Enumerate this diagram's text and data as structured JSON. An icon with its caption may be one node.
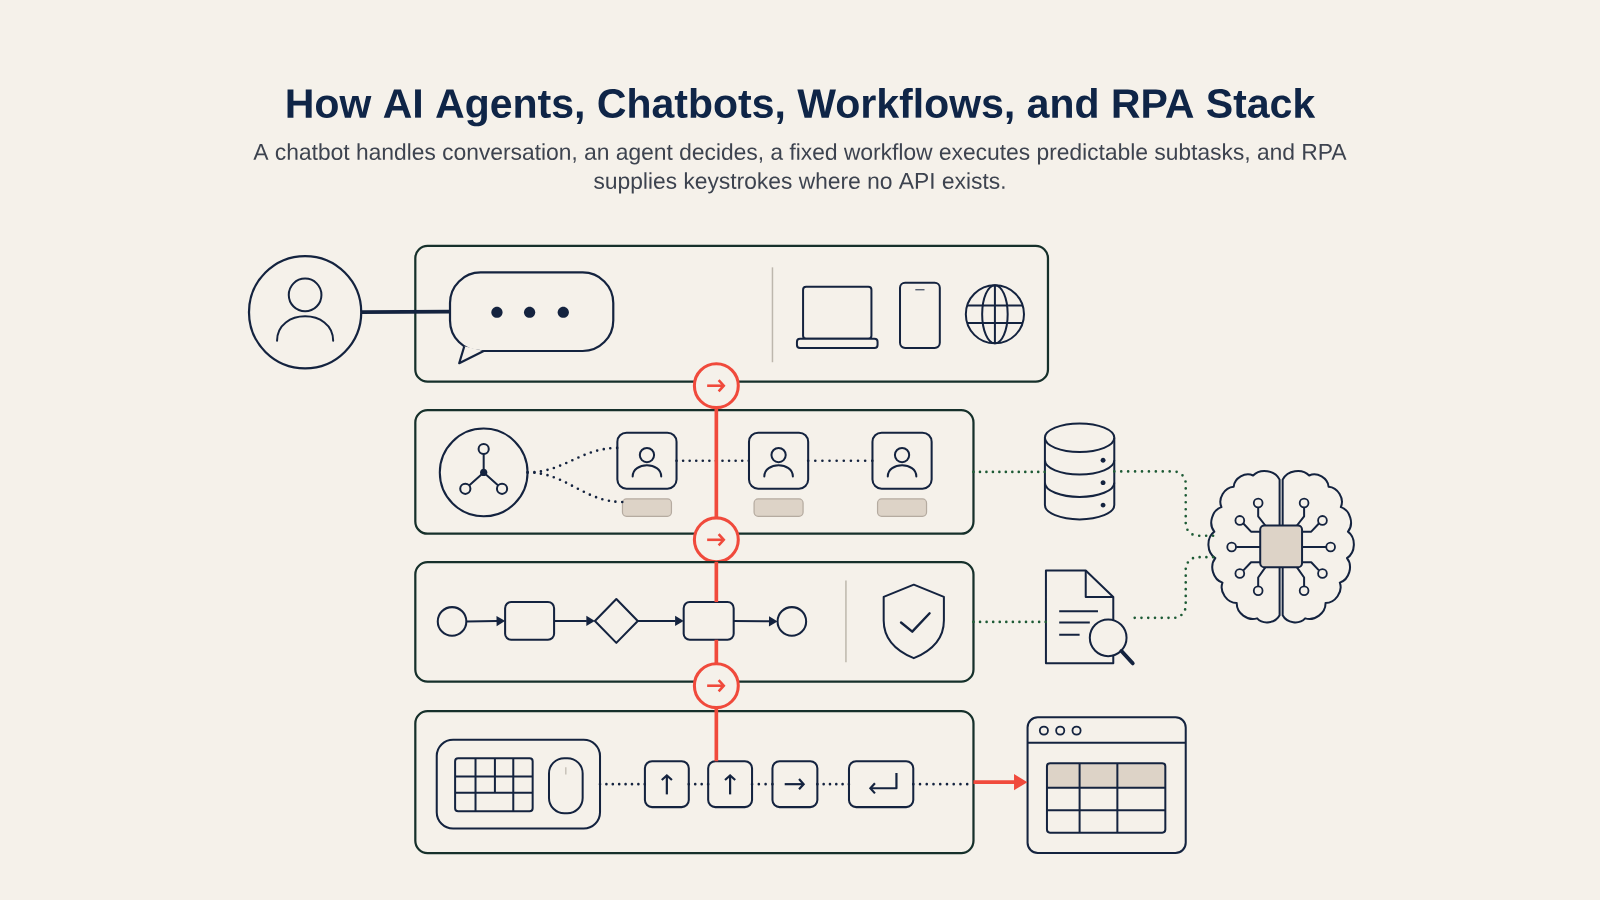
{
  "diagram": {
    "title": "How AI Agents, Chatbots, Workflows, and RPA Stack",
    "caption": "A chatbot handles conversation, an agent decides, a fixed workflow executes predictable subtasks, and RPA supplies keystrokes where no API exists.",
    "nodes": [
      {
        "text": [],
        "shape": "person"
      },
      {
        "text": [],
        "shape": "box"
      },
      {
        "text": [],
        "shape": "bubble",
        "in": 1
      },
      {
        "text": [],
        "shape": "circle"
      },
      {
        "text": [],
        "shape": "box"
      },
      {
        "text": [],
        "shape": "circle",
        "in": 4
      },
      {
        "text": [],
        "shape": "box",
        "in": 4
      },
      {
        "text": [],
        "shape": "bar",
        "in": 4
      },
      {
        "text": [],
        "shape": "box",
        "in": 4
      },
      {
        "text": [],
        "shape": "bar",
        "in": 4
      },
      {
        "text": [],
        "shape": "box",
        "in": 4
      },
      {
        "text": [],
        "shape": "bar",
        "in": 4
      },
      {
        "text": [],
        "shape": "cylinder"
      },
      {
        "text": [],
        "shape": "picture"
      },
      {
        "text": [],
        "shape": "circle"
      },
      {
        "text": [],
        "shape": "box"
      },
      {
        "text": [],
        "shape": "circle",
        "in": 15
      },
      {
        "text": [],
        "shape": "box",
        "in": 15
      },
      {
        "text": [],
        "shape": "diamond",
        "in": 15
      },
      {
        "text": [],
        "shape": "box",
        "in": 15
      },
      {
        "text": [],
        "shape": "circle",
        "in": 15
      },
      {
        "text": [],
        "shape": "picture"
      },
      {
        "text": [],
        "shape": "circle"
      },
      {
        "text": [],
        "shape": "box"
      },
      {
        "text": [],
        "shape": "box",
        "in": 23
      },
      {
        "text": [],
        "shape": "box",
        "in": 23
      },
      {
        "text": [],
        "shape": "box",
        "in": 23
      },
      {
        "text": [],
        "shape": "box",
        "in": 23
      },
      {
        "text": [],
        "shape": "box",
        "in": 23
      },
      {
        "text": [],
        "shape": "window"
      }
    ],
    "edges": [
      {
        "from": 0,
        "to": 2,
        "arrow": "none"
      },
      {
        "from": 3,
        "to": 14,
        "arrow": "none",
        "color": "#f04a3c"
      },
      {
        "from": 14,
        "to": 19,
        "arrow": "none",
        "color": "#f04a3c"
      },
      {
        "from": 19,
        "to": 22,
        "arrow": "none",
        "color": "#f04a3c"
      },
      {
        "from": 22,
        "to": 26,
        "arrow": "none",
        "color": "#f04a3c"
      },
      {
        "from": 5,
        "to": 6,
        "arrow": "none",
        "style": "dashed"
      },
      {
        "from": 5,
        "to": 7,
        "arrow": "none",
        "style": "dashed"
      },
      {
        "from": 6,
        "to": 8,
        "arrow": "none",
        "style": "dashed"
      },
      {
        "from": 8,
        "to": 10,
        "arrow": "none",
        "style": "dashed"
      },
      {
        "from": 4,
        "to": 12,
        "arrow": "none",
        "style": "dashed",
        "color": "#1d5a35"
      },
      {
        "from": 12,
        "to": 13,
        "arrow": "none",
        "style": "dashed",
        "color": "#1d5a35"
      },
      {
        "from": 15,
        "to": 21,
        "arrow": "none",
        "style": "dashed",
        "color": "#1d5a35"
      },
      {
        "from": 21,
        "to": 13,
        "arrow": "none",
        "style": "dashed",
        "color": "#1d5a35"
      },
      {
        "from": 16,
        "to": 17,
        "arrow": "to"
      },
      {
        "from": 17,
        "to": 18,
        "arrow": "to"
      },
      {
        "from": 18,
        "to": 19,
        "arrow": "to"
      },
      {
        "from": 19,
        "to": 20,
        "arrow": "to"
      },
      {
        "from": 24,
        "to": 25,
        "arrow": "none",
        "style": "dashed"
      },
      {
        "from": 25,
        "to": 26,
        "arrow": "none",
        "style": "dashed"
      },
      {
        "from": 26,
        "to": 27,
        "arrow": "none",
        "style": "dashed"
      },
      {
        "from": 27,
        "to": 28,
        "arrow": "none",
        "style": "dashed"
      },
      {
        "from": 28,
        "to": 23,
        "arrow": "none",
        "style": "dashed"
      },
      {
        "from": 23,
        "to": 29,
        "arrow": "to",
        "color": "#f04a3c"
      }
    ]
  }
}
